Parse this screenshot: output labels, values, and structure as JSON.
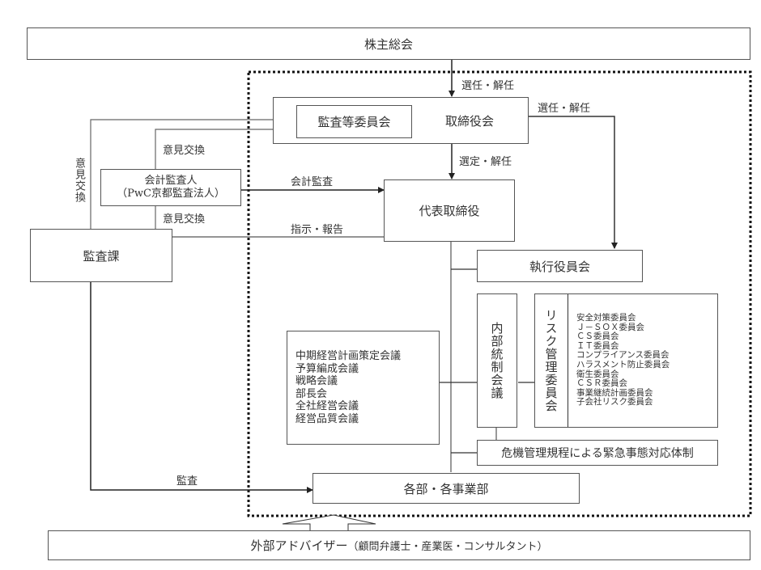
{
  "nodes": {
    "shareholders_meeting": "株主総会",
    "board_of_directors": "取締役会",
    "audit_committee": "監査等委員会",
    "accounting_auditor": [
      "会計監査人",
      "（PwC京都監査法人）"
    ],
    "representative_director": "代表取締役",
    "internal_audit_dept": "監査課",
    "executive_officers_meeting": "執行役員会",
    "internal_control_meeting": "内部統制会議",
    "risk_management_committee": "リスク管理委員会",
    "risk_subcommittees": [
      "安全対策委員会",
      "Ｊ－ＳＯＸ委員会",
      "ＣＳ委員会",
      "ＩＴ委員会",
      "コンプライアンス委員会",
      "ハラスメント防止委員会",
      "衛生委員会",
      "ＣＳＲ委員会",
      "事業継続計画委員会",
      "子会社リスク委員会"
    ],
    "management_meetings": [
      "中期経営計画策定会議",
      "予算編成会議",
      "戦略会議",
      "部長会",
      "全社経営会議",
      "経営品質会議"
    ],
    "crisis_management": "危機管理規程による緊急事態対応体制",
    "departments": "各部・各事業部",
    "external_advisors": "外部アドバイザー",
    "external_advisors_detail": "（顧問弁護士・産業医・コンサルタント）"
  },
  "edges": {
    "elect_dismiss_board": "選任・解任",
    "elect_dismiss_exec": "選任・解任",
    "appoint_dismiss_rep": "選定・解任",
    "opinion_exchange_audit_dept": "意見交換",
    "opinion_exchange_auditor_top": "意見交換",
    "opinion_exchange_auditor_bottom": "意見交換",
    "accounting_audit": "会計監査",
    "instruction_report": "指示・報告",
    "audit": "監査"
  },
  "colors": {
    "line": "#555555",
    "arrow": "#222222",
    "text": "#333333",
    "dotted_border": "#111111"
  }
}
